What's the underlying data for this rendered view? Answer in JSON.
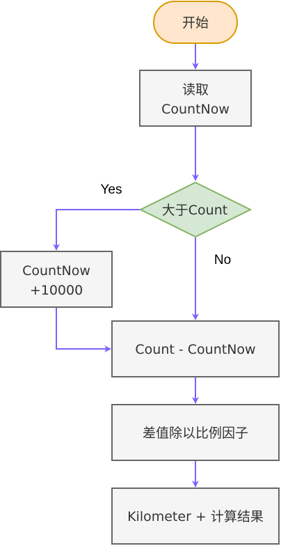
{
  "colors": {
    "edge": "#7b61ff",
    "start_fill": "#ffe6cc",
    "start_stroke": "#d79b00",
    "process_fill": "#f5f5f5",
    "process_stroke": "#666666",
    "decision_fill": "#d5e8d4",
    "decision_stroke": "#82b366",
    "text": "#333333"
  },
  "nodes": {
    "start": {
      "label": "开始"
    },
    "read": {
      "line1": "读取",
      "line2": "CountNow"
    },
    "decision": {
      "label": "大于Count"
    },
    "add": {
      "line1": "CountNow",
      "line2": "+10000"
    },
    "subtract": {
      "label": "Count - CountNow"
    },
    "divide": {
      "label": "差值除以比例因子"
    },
    "result": {
      "label": "Kilometer + 计算结果"
    }
  },
  "edges": {
    "yes_label": "Yes",
    "no_label": "No"
  }
}
